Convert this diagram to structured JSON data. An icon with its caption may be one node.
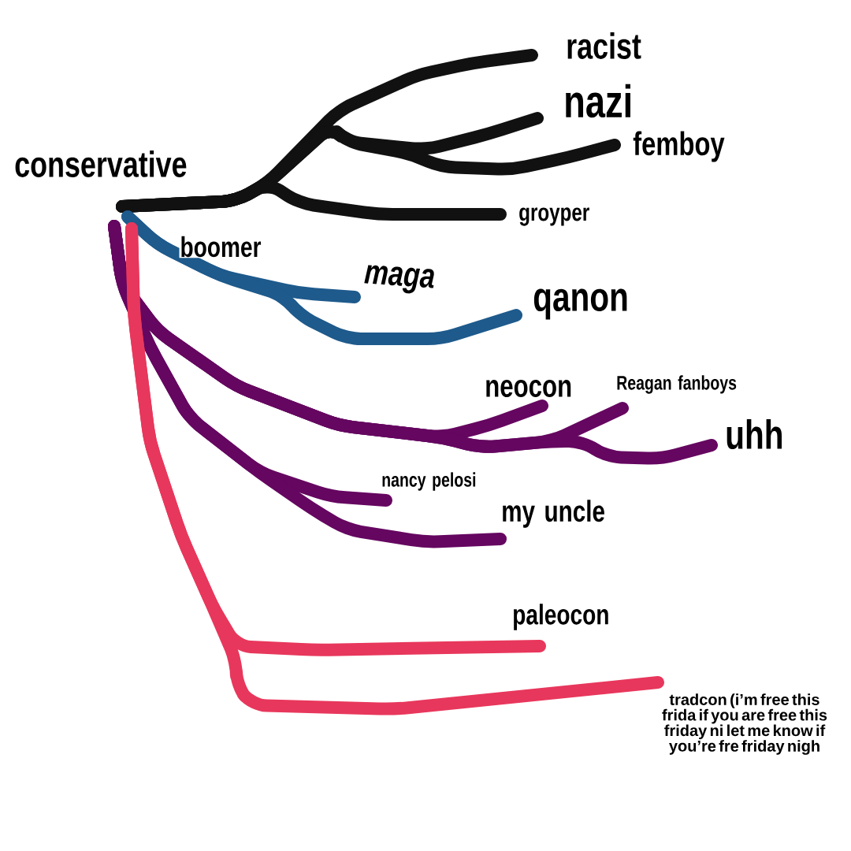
{
  "diagram": {
    "nodes": [
      {
        "text": [
          "conservative"
        ]
      },
      {
        "text": [
          "racist"
        ]
      },
      {
        "text": [
          "nazi"
        ]
      },
      {
        "text": [
          "femboy"
        ]
      },
      {
        "text": [
          "groyper"
        ]
      },
      {
        "text": [
          "maga"
        ]
      },
      {
        "text": [
          "qanon"
        ]
      },
      {
        "text": [
          "neocon"
        ]
      },
      {
        "text": [
          "Reagan fanboys"
        ]
      },
      {
        "text": [
          "uhh"
        ]
      },
      {
        "text": [
          "nancy pelosi"
        ]
      },
      {
        "text": [
          "my uncle"
        ]
      },
      {
        "text": [
          "paleocon"
        ]
      },
      {
        "text": [
          "tradcon (i’m free this frida if you are free this friday ni let me know if you’re fre friday nigh"
        ]
      }
    ],
    "edges": [
      {
        "from": 0,
        "to": 1,
        "arrow": "none",
        "color": "#111111"
      },
      {
        "from": 0,
        "to": 2,
        "arrow": "none",
        "color": "#111111"
      },
      {
        "from": 0,
        "to": 3,
        "arrow": "none",
        "color": "#111111"
      },
      {
        "from": 0,
        "to": 4,
        "arrow": "none",
        "color": "#111111"
      },
      {
        "from": 0,
        "to": 5,
        "arrow": "none",
        "color": "#1e5a8c",
        "label": "boomer"
      },
      {
        "from": 0,
        "to": 6,
        "arrow": "none",
        "color": "#1e5a8c"
      },
      {
        "from": 0,
        "to": 7,
        "arrow": "none",
        "color": "#650660"
      },
      {
        "from": 0,
        "to": 8,
        "arrow": "none",
        "color": "#650660"
      },
      {
        "from": 0,
        "to": 9,
        "arrow": "none",
        "color": "#650660"
      },
      {
        "from": 0,
        "to": 10,
        "arrow": "none",
        "color": "#650660"
      },
      {
        "from": 0,
        "to": 11,
        "arrow": "none",
        "color": "#650660"
      },
      {
        "from": 0,
        "to": 12,
        "arrow": "none",
        "color": "#e8375c"
      },
      {
        "from": 0,
        "to": 13,
        "arrow": "none",
        "color": "#e8375c"
      }
    ]
  }
}
